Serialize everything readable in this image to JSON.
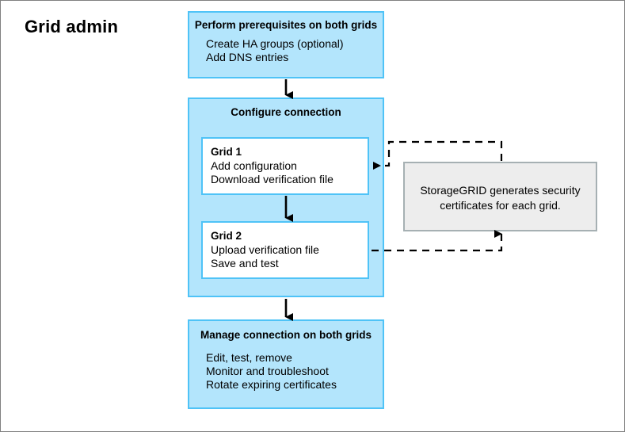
{
  "diagram": {
    "role_label": "Grid admin",
    "colors": {
      "box_fill": "#b3e5fc",
      "box_border": "#4fc3f7",
      "note_fill": "#ededed",
      "note_border": "#a6b0b3",
      "connector": "#000000",
      "frame": "#808080"
    },
    "steps": [
      {
        "id": "prerequisites",
        "heading": "Perform prerequisites\non both grids",
        "body": "Create HA groups (optional)\nAdd DNS entries"
      },
      {
        "id": "configure",
        "heading": "Configure connection",
        "body": "",
        "substeps": [
          {
            "id": "grid-1",
            "title": "Grid 1",
            "body": "Add configuration\nDownload verification file"
          },
          {
            "id": "grid-2",
            "title": "Grid 2",
            "body": "Upload verification file\nSave and test"
          }
        ]
      },
      {
        "id": "manage",
        "heading": "Manage connection\non both grids",
        "body": "Edit, test, remove\nMonitor and troubleshoot\nRotate expiring certificates"
      }
    ],
    "note": {
      "id": "certificates-note",
      "text": "StorageGRID generates security\ncertificates for each grid."
    }
  }
}
